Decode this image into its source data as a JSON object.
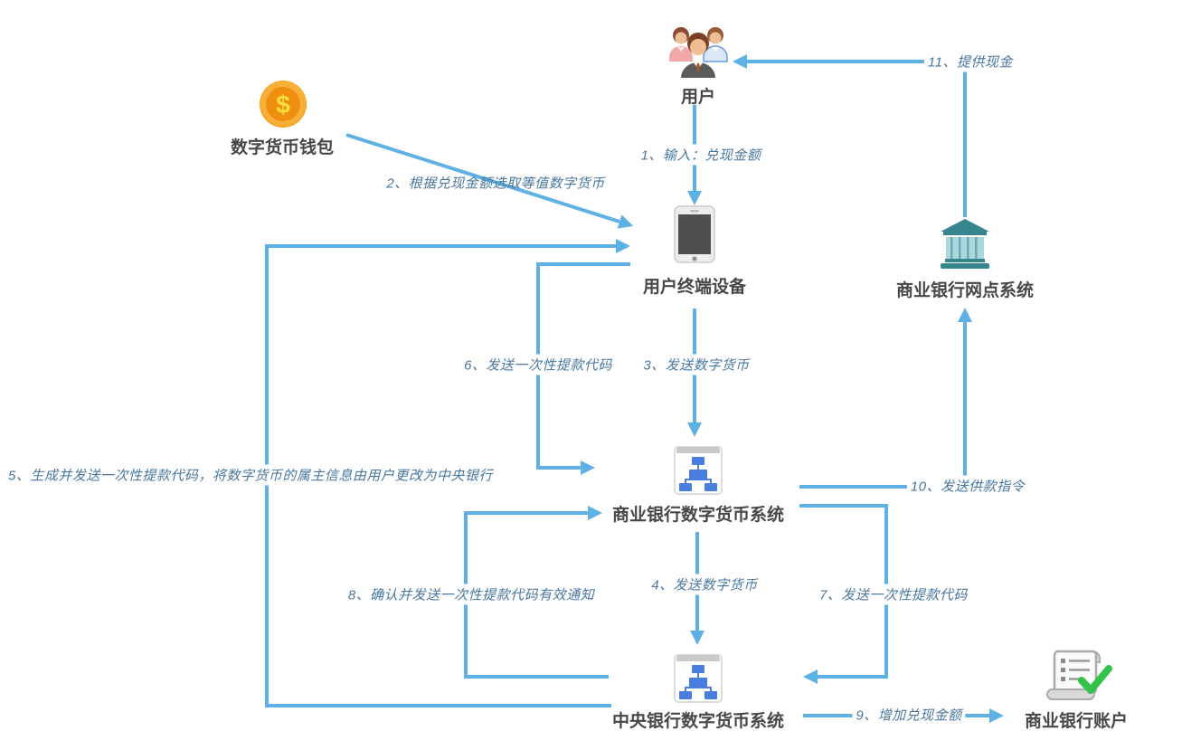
{
  "diagram_type": "flowchart",
  "nodes": [
    {
      "label": "用户",
      "icon": "users-icon"
    },
    {
      "label": "数字货币钱包",
      "icon": "coin-icon"
    },
    {
      "label": "用户终端设备",
      "icon": "smartphone-icon"
    },
    {
      "label": "商业银行网点系统",
      "icon": "bank-icon"
    },
    {
      "label": "商业银行数字货币系统",
      "icon": "org-chart-icon"
    },
    {
      "label": "中央银行数字货币系统",
      "icon": "org-chart-icon"
    },
    {
      "label": "商业银行账户",
      "icon": "scroll-check-icon"
    }
  ],
  "edges": [
    {
      "label": "1、输入：兑现金额",
      "from": "用户",
      "to": "用户终端设备"
    },
    {
      "label": "2、根据兑现金额选取等值数字货币",
      "from": "数字货币钱包",
      "to": "用户终端设备"
    },
    {
      "label": "3、发送数字货币",
      "from": "用户终端设备",
      "to": "商业银行数字货币系统"
    },
    {
      "label": "4、发送数字货币",
      "from": "商业银行数字货币系统",
      "to": "中央银行数字货币系统"
    },
    {
      "label": "5、生成并发送一次性提款代码，将数字货币的属主信息由用户更改为中央银行",
      "from": "中央银行数字货币系统",
      "to": "用户终端设备"
    },
    {
      "label": "6、发送一次性提款代码",
      "from": "用户终端设备",
      "to": "商业银行数字货币系统"
    },
    {
      "label": "7、发送一次性提款代码",
      "from": "商业银行数字货币系统",
      "to": "中央银行数字货币系统"
    },
    {
      "label": "8、确认并发送一次性提款代码有效通知",
      "from": "中央银行数字货币系统",
      "to": "商业银行数字货币系统"
    },
    {
      "label": "9、增加兑现金额",
      "from": "中央银行数字货币系统",
      "to": "商业银行账户"
    },
    {
      "label": "10、发送供款指令",
      "from": "商业银行数字货币系统",
      "to": "商业银行网点系统"
    },
    {
      "label": "11、提供现金",
      "from": "商业银行网点系统",
      "to": "用户"
    }
  ],
  "icons": {
    "coin_symbol": "$"
  },
  "colors": {
    "arrow": "#5EB1E4",
    "edge_label_text": "#49779F",
    "node_label_text": "#474747",
    "bank_teal": "#37858D",
    "system_box_blue": "#4A7DE0",
    "coin_orange": "#F6A21C",
    "check_green": "#35C24A",
    "background": "#FFFFFF"
  }
}
